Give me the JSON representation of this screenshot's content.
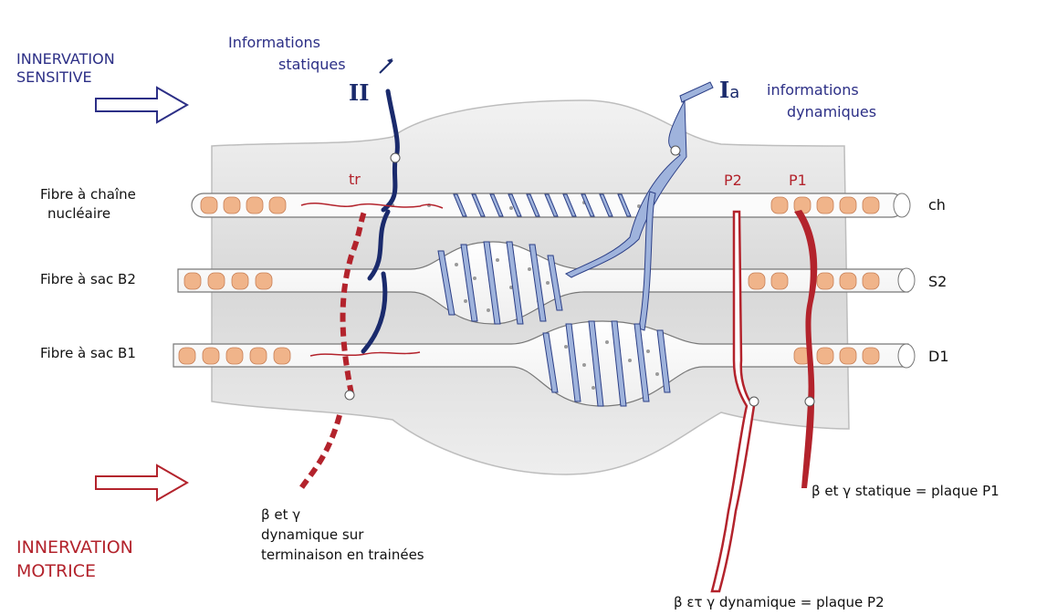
{
  "labels": {
    "innervation_sensitive": [
      "INNERVATION",
      "SENSITIVE"
    ],
    "innervation_motrice": [
      "INNERVATION",
      "MOTRICE"
    ],
    "informations_statiques": [
      "Informations",
      "statiques"
    ],
    "informations_dynamiques": [
      "informations",
      "dynamiques"
    ],
    "roman_II": "II",
    "roman_Ia_main": "I",
    "roman_Ia_sub": "a",
    "tr": "tr",
    "p2": "P2",
    "p1": "P1",
    "fibre_chaine": [
      "Fibre à chaîne",
      "nucléaire"
    ],
    "fibre_b2": "Fibre à sac B2",
    "fibre_b1": "Fibre à sac B1",
    "ch": "ch",
    "s2": "S2",
    "d1": "D1",
    "beta_gamma_dyn": [
      "β et γ",
      "dynamique sur",
      "terminaison en trainées"
    ],
    "beta_gamma_stat": "β et γ statique = plaque P1",
    "beta_gamma_dyn_p2": "β ετ γ dynamique = plaque P2"
  },
  "colors": {
    "sensory_dark_blue": "#1a2a6c",
    "sensory_light_blue": "#9fb3dc",
    "motor_red": "#b3232c",
    "spindle_gray": "#e6e6e6",
    "nucleus_orange": "#f0b48a"
  }
}
